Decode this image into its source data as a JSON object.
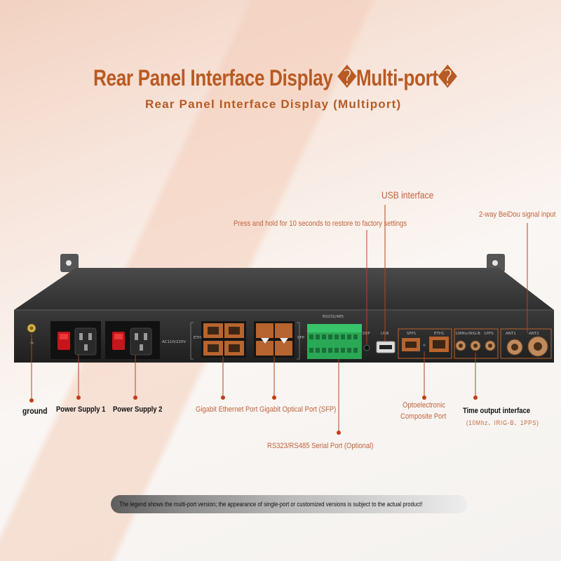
{
  "header": {
    "title": "Rear Panel Interface Display  \u0000Multi-port\u0000",
    "subtitle": "Rear Panel Interface Display (Multiport)"
  },
  "callouts": {
    "usb": "USB interface",
    "reset": "Press and hold for 10 seconds to restore to factory settings",
    "beidou": "2-way BeiDou signal input",
    "ground": "ground",
    "power1": "Power Supply 1",
    "power2": "Power Supply 2",
    "eth_sfp": "Gigabit Ethernet Port Gigabit Optical Port (SFP)",
    "serial": "RS323/RS485 Serial Port (Optional)",
    "opto_line1": "Optoelectronic",
    "opto_line2": "Composite Port",
    "time_line1": "Time output interface",
    "time_line2": "(10Mhz、IRIG-B、1PPS)"
  },
  "panel_labels": {
    "ac": "AC110/220V",
    "eth": "ETH",
    "sfp": "SFP",
    "rs": "RS232/485",
    "def": "DEF",
    "usb": "USB",
    "sfp1": "SFP1",
    "eth1": "ETH1",
    "mhz": "10Mhz",
    "irig": "IRIG-B",
    "pps": "1PPS",
    "ant1": "ANT1",
    "ant2": "ANT2"
  },
  "footer": {
    "note": "The legend shows the multi-port version; the appearance of single-port or customized versions is subject to the actual product!"
  },
  "colors": {
    "accent": "#c1633a",
    "callout_line": "#b2461e",
    "dot": "#c63c14"
  }
}
